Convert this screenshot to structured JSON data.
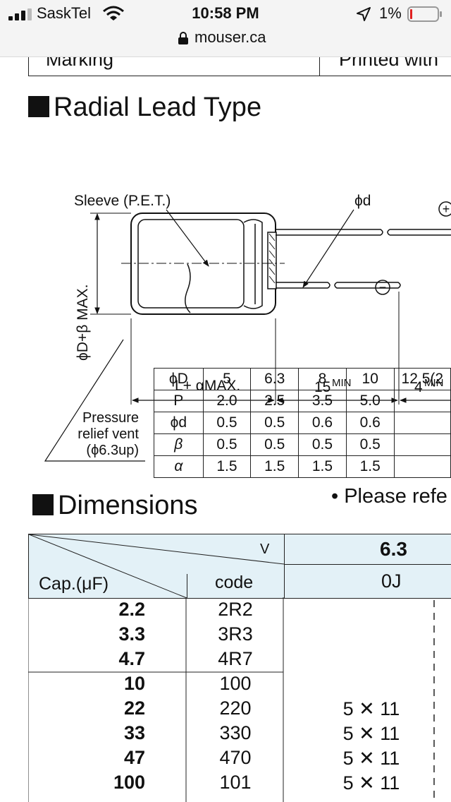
{
  "status_bar": {
    "carrier": "SaskTel",
    "time": "10:58 PM",
    "battery_percent": "1%",
    "url": "mouser.ca",
    "icons": [
      "signal-icon",
      "wifi-icon",
      "location-arrow-icon",
      "battery-low-icon",
      "lock-icon"
    ]
  },
  "top_table": {
    "left": "Marking",
    "right": "Printed with"
  },
  "radial": {
    "title": "Radial Lead Type",
    "labels": {
      "sleeve": "Sleeve (P.E.T.)",
      "phi_d": "ϕd",
      "phi_D_max": "ϕD+β MAX.",
      "pressure_1": "Pressure",
      "pressure_2": "relief vent",
      "pressure_3": "(ϕ6.3up)",
      "L_max": "L+ αMAX.",
      "len15": "15",
      "len4": "4",
      "min": "MIN",
      "plus": "+",
      "minus": "−"
    },
    "param_table": {
      "rows": [
        [
          "ϕD",
          "5",
          "6.3",
          "8",
          "10",
          "12.5(2"
        ],
        [
          "P",
          "2.0",
          "2.5",
          "3.5",
          "5.0",
          ""
        ],
        [
          "ϕd",
          "0.5",
          "0.5",
          "0.6",
          "0.6",
          ""
        ],
        [
          "β",
          "0.5",
          "0.5",
          "0.5",
          "0.5",
          ""
        ],
        [
          "α",
          "1.5",
          "1.5",
          "1.5",
          "1.5",
          ""
        ]
      ]
    }
  },
  "dimensions": {
    "title": "Dimensions",
    "note": "• Please refe",
    "header": {
      "v_label": "V",
      "cap_label": "Cap.(μF)",
      "code_label": "code",
      "voltage": "6.3",
      "voltage_code": "0J"
    },
    "rows": [
      {
        "cap": "2.2",
        "code": "2R2",
        "size": ""
      },
      {
        "cap": "3.3",
        "code": "3R3",
        "size": ""
      },
      {
        "cap": "4.7",
        "code": "4R7",
        "size": ""
      },
      {
        "cap": "10",
        "code": "100",
        "size": ""
      },
      {
        "cap": "22",
        "code": "220",
        "size": "5 ✕ 11"
      },
      {
        "cap": "33",
        "code": "330",
        "size": "5 ✕ 11"
      },
      {
        "cap": "47",
        "code": "470",
        "size": "5 ✕ 11"
      },
      {
        "cap": "100",
        "code": "101",
        "size": "5 ✕ 11"
      }
    ]
  }
}
